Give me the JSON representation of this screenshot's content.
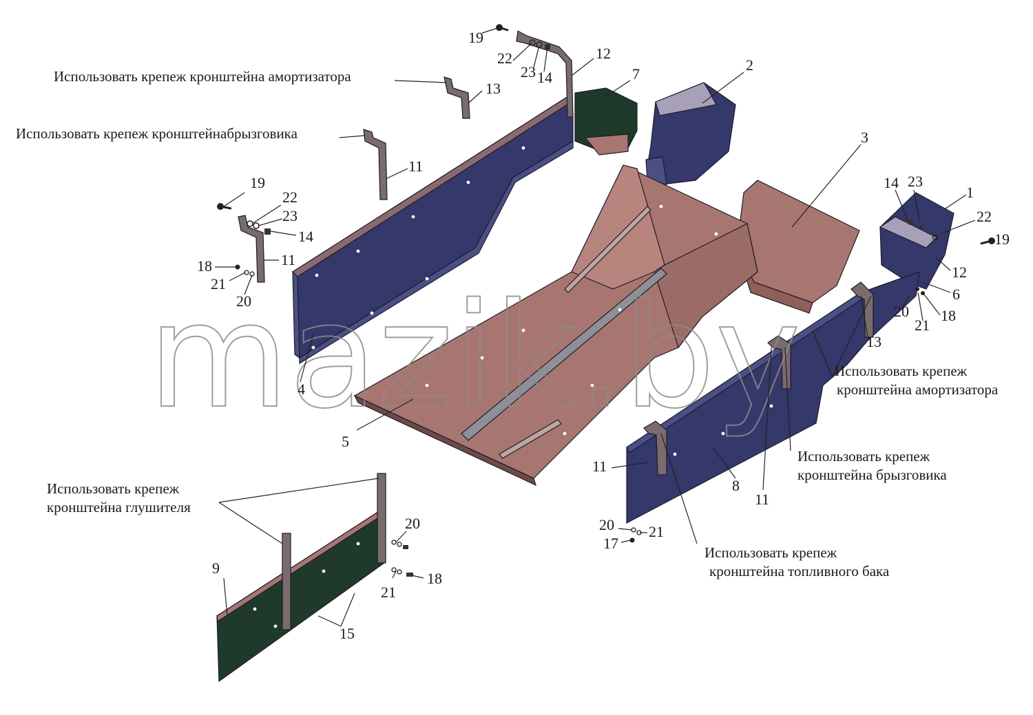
{
  "watermark": "mazik.by",
  "notes": {
    "shock_top": "Использовать крепеж кронштейна амортизатора",
    "mudguard_top": "Использовать крепеж кронштейнабрызговика",
    "silencer_l1": "Использовать крепеж",
    "silencer_l2": "кронштейна глушителя",
    "shock_right_l1": "Использовать крепеж",
    "shock_right_l2": "кронштейна амортизатора",
    "mudguard_right_l1": "Использовать крепеж",
    "mudguard_right_l2": "кронштейна брызговика",
    "fueltank_l1": "Использовать крепеж",
    "fueltank_l2": "кронштейна топливного бака"
  },
  "callouts": {
    "c1": "1",
    "c2": "2",
    "c3": "3",
    "c4": "4",
    "c5": "5",
    "c6": "6",
    "c7": "7",
    "c8": "8",
    "c9": "9",
    "c11a": "11",
    "c11b": "11",
    "c11c": "11",
    "c11d": "11",
    "c12a": "12",
    "c12b": "12",
    "c13a": "13",
    "c13b": "13",
    "c14a": "14",
    "c14b": "14",
    "c14c": "14",
    "c15": "15",
    "c17": "17",
    "c18a": "18",
    "c18b": "18",
    "c18c": "18",
    "c19a": "19",
    "c19b": "19",
    "c19c": "19",
    "c20a": "20",
    "c20b": "20",
    "c20c": "20",
    "c20d": "20",
    "c21a": "21",
    "c21b": "21",
    "c21c": "21",
    "c21d": "21",
    "c22a": "22",
    "c22b": "22",
    "c22c": "22",
    "c23a": "23",
    "c23b": "23",
    "c23c": "23"
  },
  "colors": {
    "floor_top": "#a87670",
    "floor_side": "#8f5f5a",
    "panel_blue": "#34386a",
    "panel_blue_light": "#4a4f86",
    "panel_green": "#1f3a2a",
    "bracket": "#7a6b6e",
    "watermark_stroke": "#8c8c8c"
  }
}
